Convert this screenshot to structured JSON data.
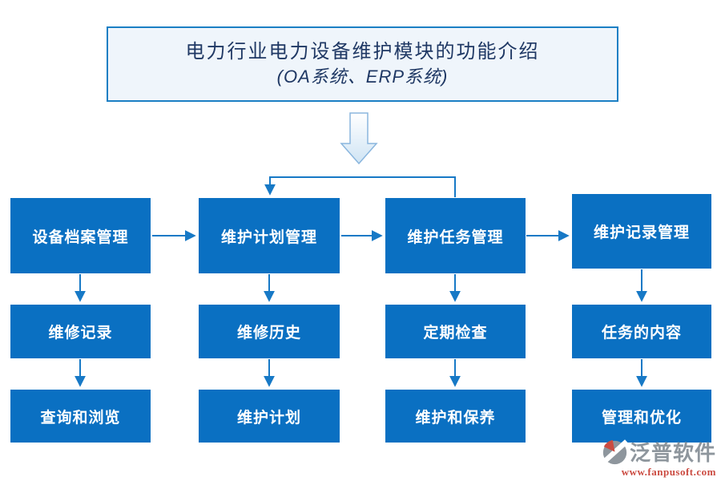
{
  "title": {
    "line1": "电力行业电力设备维护模块的功能介绍",
    "line2": "(OA系统、ERP系统)"
  },
  "columns": [
    {
      "top": "设备档案管理",
      "mid": "维修记录",
      "bottom": "查询和浏览"
    },
    {
      "top": "维护计划管理",
      "mid": "维修历史",
      "bottom": "维护计划"
    },
    {
      "top": "维护任务管理",
      "mid": "定期检查",
      "bottom": "维护和保养"
    },
    {
      "top": "维护记录管理",
      "mid": "任务的内容",
      "bottom": "管理和优化"
    }
  ],
  "logo": {
    "name": "泛普软件",
    "url": "www.fanpusoft.com"
  },
  "colors": {
    "node_blue": "#0a70c2",
    "line_blue": "#1779c6",
    "title_bg": "#eff5fb",
    "title_border": "#1b7fc4",
    "title_text": "#1f3864",
    "big_arrow_fill_top": "#ffffff",
    "big_arrow_fill_bottom": "#cfe4f4",
    "big_arrow_stroke": "#8ab6de",
    "logo_gray": "#8e969d",
    "logo_red": "#cb4b41"
  }
}
